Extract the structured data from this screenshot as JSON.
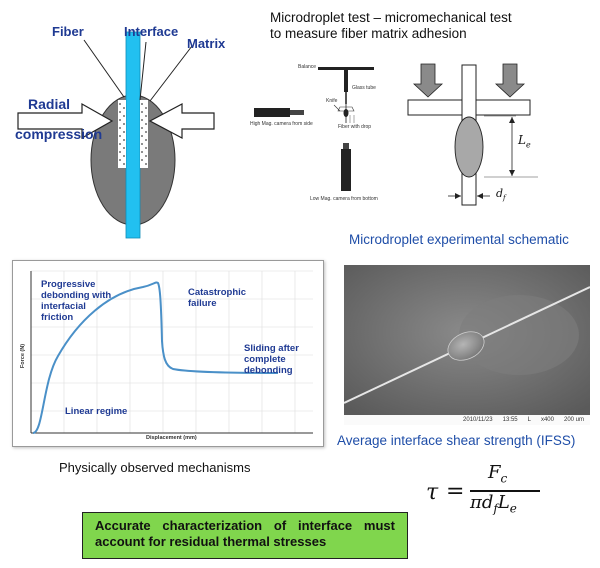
{
  "fiber_diagram": {
    "fiber_label": "Fiber",
    "interface_label": "Interface",
    "matrix_label": "Matrix",
    "radial_label": "Radial",
    "compression_label": "compression"
  },
  "header": {
    "line1": "Microdroplet test – micromechanical test",
    "line2": "to measure fiber matrix adhesion"
  },
  "setup": {
    "balance": "Balance",
    "glass_tube": "Glass tube",
    "knife": "Knife",
    "high_mag": "High Mag. camera from side",
    "fiber_with_drop": "Fiber with drop",
    "low_mag": "Low Mag. camera from bottom"
  },
  "schematic": {
    "le_label": "L",
    "le_sub": "e",
    "df_label": "d",
    "df_sub": "f"
  },
  "schematic_caption": "Microdroplet experimental schematic",
  "graph": {
    "ylabel": "Force (N)",
    "xlabel": "Displacement (mm)",
    "ann_progressive_1": "Progressive",
    "ann_progressive_2": "debonding with",
    "ann_progressive_3": "interfacial",
    "ann_progressive_4": "friction",
    "ann_catastrophic_1": "Catastrophic",
    "ann_catastrophic_2": "failure",
    "ann_sliding_1": "Sliding after",
    "ann_sliding_2": "complete",
    "ann_sliding_3": "debonding",
    "ann_linear": "Linear regime",
    "curve_color": "#4a90c8"
  },
  "graph_caption": "Physically observed mechanisms",
  "sem": {
    "date": "2010/11/23",
    "time": "13:55",
    "mode": "L",
    "mag": "x400",
    "scale": "200 um"
  },
  "ifss_caption": "Average interface shear strength (IFSS)",
  "formula": {
    "tau": "τ",
    "equals": "=",
    "numerator_F": "F",
    "numerator_sub": "c",
    "den_pi": "π",
    "den_d": "d",
    "den_d_sub": "f",
    "den_L": "L",
    "den_L_sub": "e"
  },
  "conclusion": "Accurate characterization of interface must account for residual thermal stresses",
  "colors": {
    "fiber": "#22c0f0",
    "droplet": "#7a7a7a",
    "label_blue": "#1f3a93",
    "caption_blue": "#1f4ea8",
    "conclusion_bg": "#80d64d"
  }
}
